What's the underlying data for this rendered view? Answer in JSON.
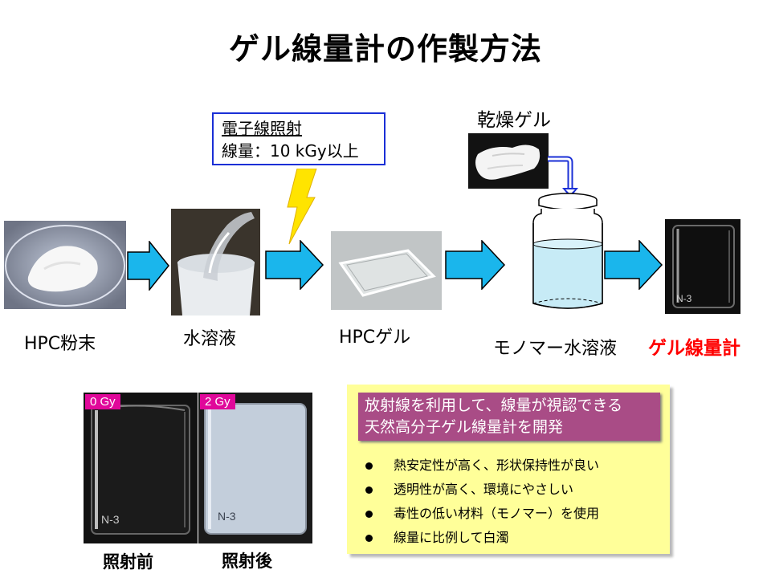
{
  "title": "ゲル線量計の作製方法",
  "beam": {
    "line1": "電子線照射",
    "line2": "線量：10 kGy以上"
  },
  "dried_gel_label": "乾燥ゲル",
  "steps": {
    "powder": "HPC粉末",
    "solution": "水溶液",
    "gel": "HPCゲル",
    "monomer": "モノマー水溶液",
    "dosimeter": "ゲル線量計"
  },
  "samples": [
    {
      "dose_tag": "0 Gy",
      "caption": "照射前",
      "sample_id": "N-3"
    },
    {
      "dose_tag": "2 Gy",
      "caption": "照射後",
      "sample_id": "N-3"
    }
  ],
  "dosimeter_sample_id": "N-3",
  "summary": {
    "headline_line1": "放射線を利用して、線量が視認できる",
    "headline_line2": "天然高分子ゲル線量計を開発",
    "bullets": [
      "熱安定性が高く、形状保持性が良い",
      "透明性が高く、環境にやさしい",
      "毒性の低い材料（モノマー）を使用",
      "線量に比例して白濁"
    ]
  },
  "colors": {
    "arrow_fill": "#1ab6ec",
    "beam_border": "#1a2fd6",
    "lightning": "#ffe400",
    "result_text": "#ff0000",
    "dose_tag_bg": "#e0089a",
    "summary_bg": "#ffff99",
    "headline_bg": "#a94c86"
  }
}
